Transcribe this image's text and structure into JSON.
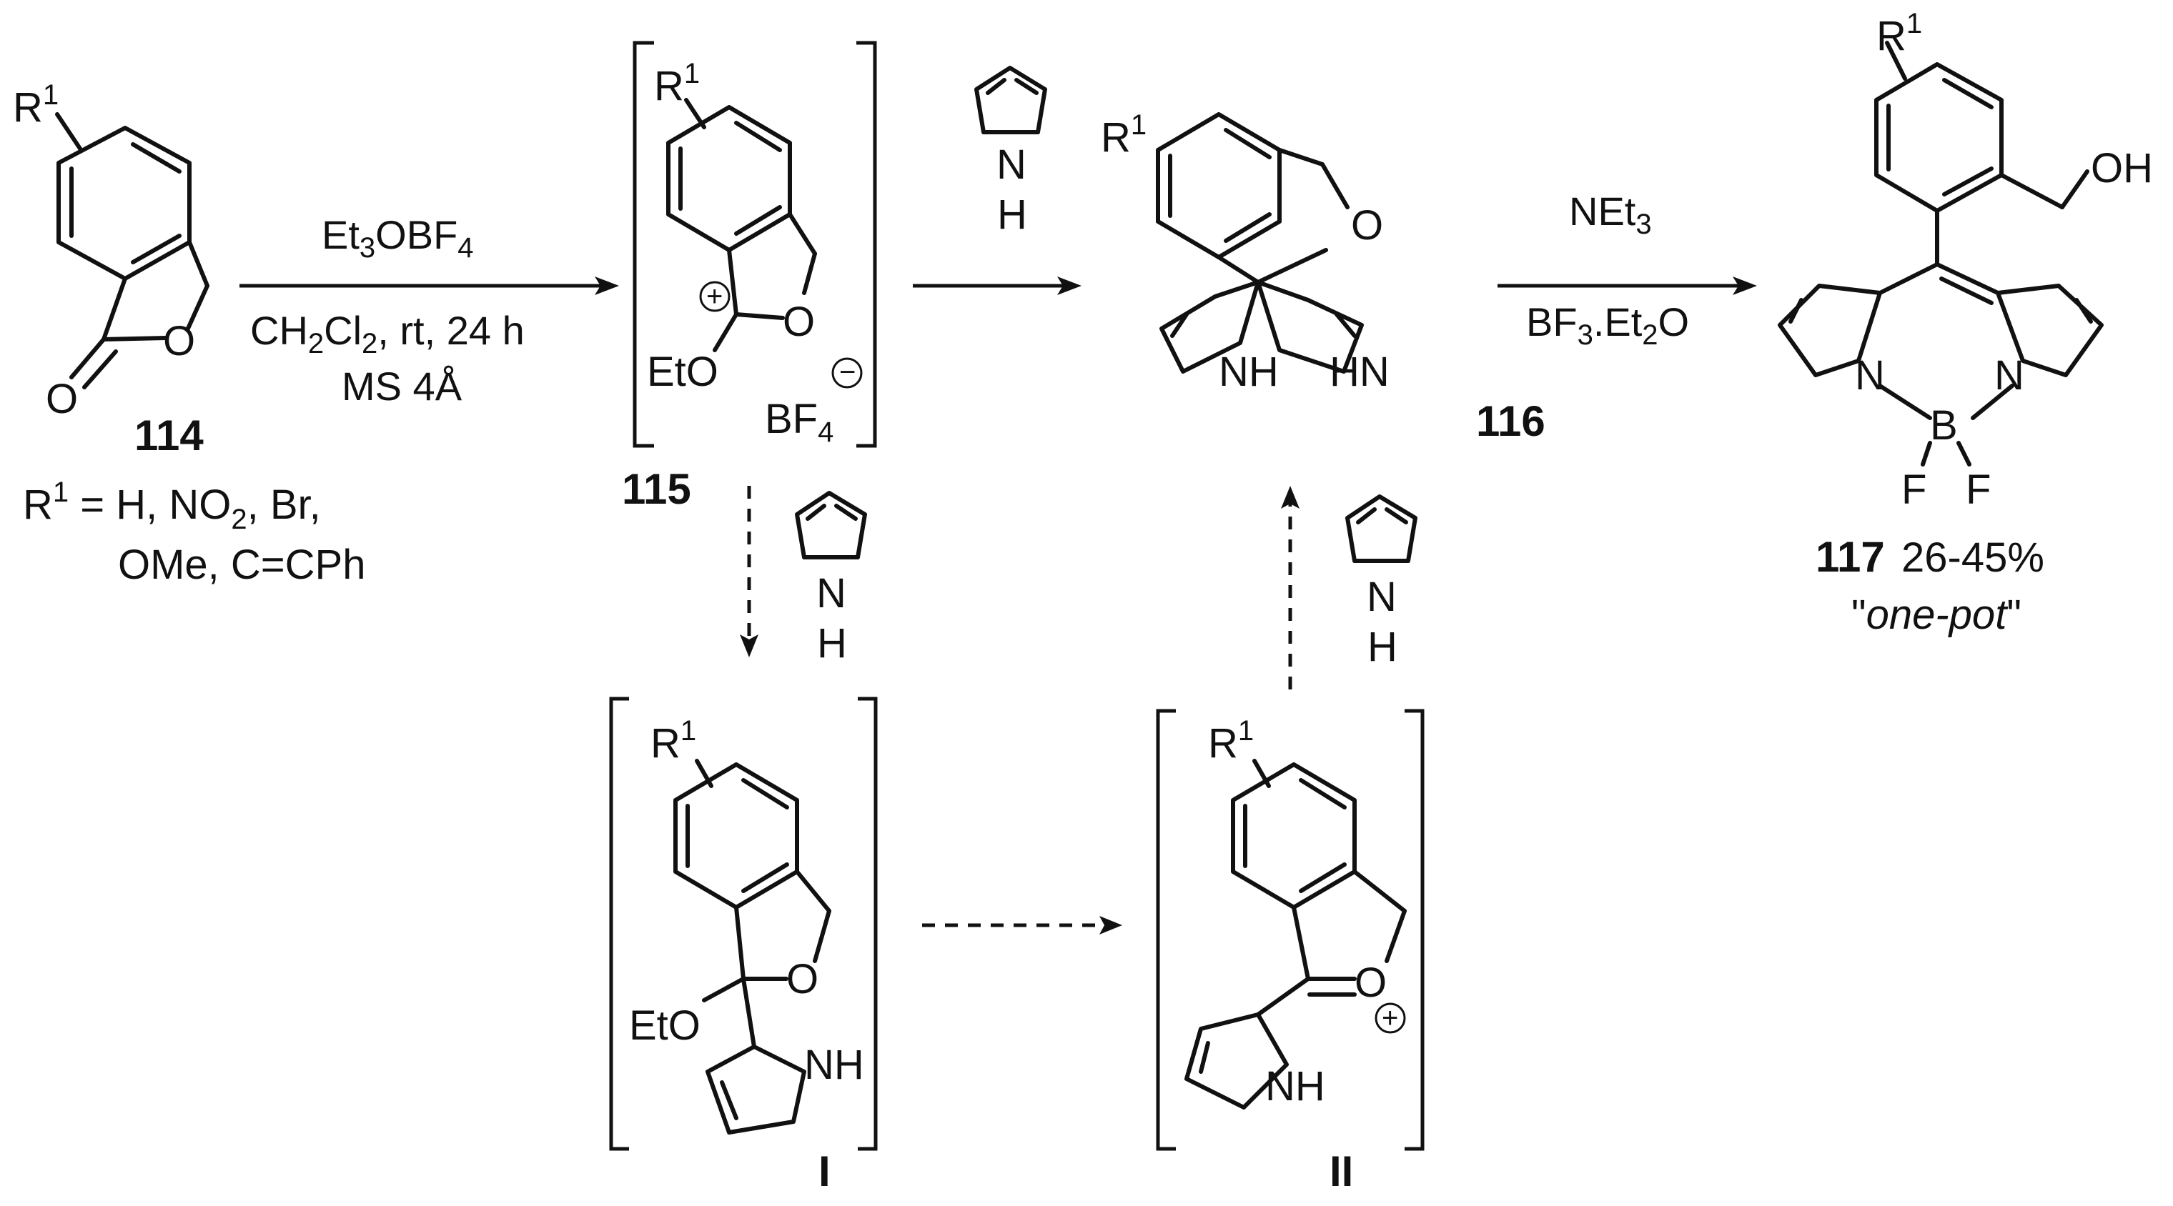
{
  "compounds": {
    "c114": {
      "label": "114",
      "substituent": "R1",
      "subst_sup": "1",
      "carbonyl_o": "O",
      "ring_o": "O",
      "r_line1": "R1 = H, NO2, Br,",
      "r_line2": "OMe, C=CPh"
    },
    "c115": {
      "label": "115",
      "ring_o": "O",
      "eto": "EtO",
      "bf4": "BF4",
      "charge_plus": "+",
      "charge_minus": "−"
    },
    "c116": {
      "label": "116",
      "ring_o": "O",
      "nh_left": "NH",
      "nh_right": "HN"
    },
    "c117": {
      "label": "117",
      "yield": "26-45%",
      "note": "\"one-pot\"",
      "oh": "OH",
      "n_left": "N",
      "n_right": "N",
      "b": "B",
      "f1": "F",
      "f2": "F"
    },
    "intI": {
      "label": "I",
      "ring_o": "O",
      "eto": "EtO",
      "nh": "NH"
    },
    "intII": {
      "label": "II",
      "ring_o": "O",
      "nh": "NH",
      "charge_plus": "+"
    }
  },
  "pyrrole": {
    "n": "N",
    "h": "H"
  },
  "conditions": {
    "step1_top": "Et3OBF4",
    "step1_mid": "CH2Cl2, rt, 24 h",
    "step1_bot": "MS 4Å",
    "step3_top": "NEt3",
    "step3_bot": "BF3.Et2O"
  }
}
